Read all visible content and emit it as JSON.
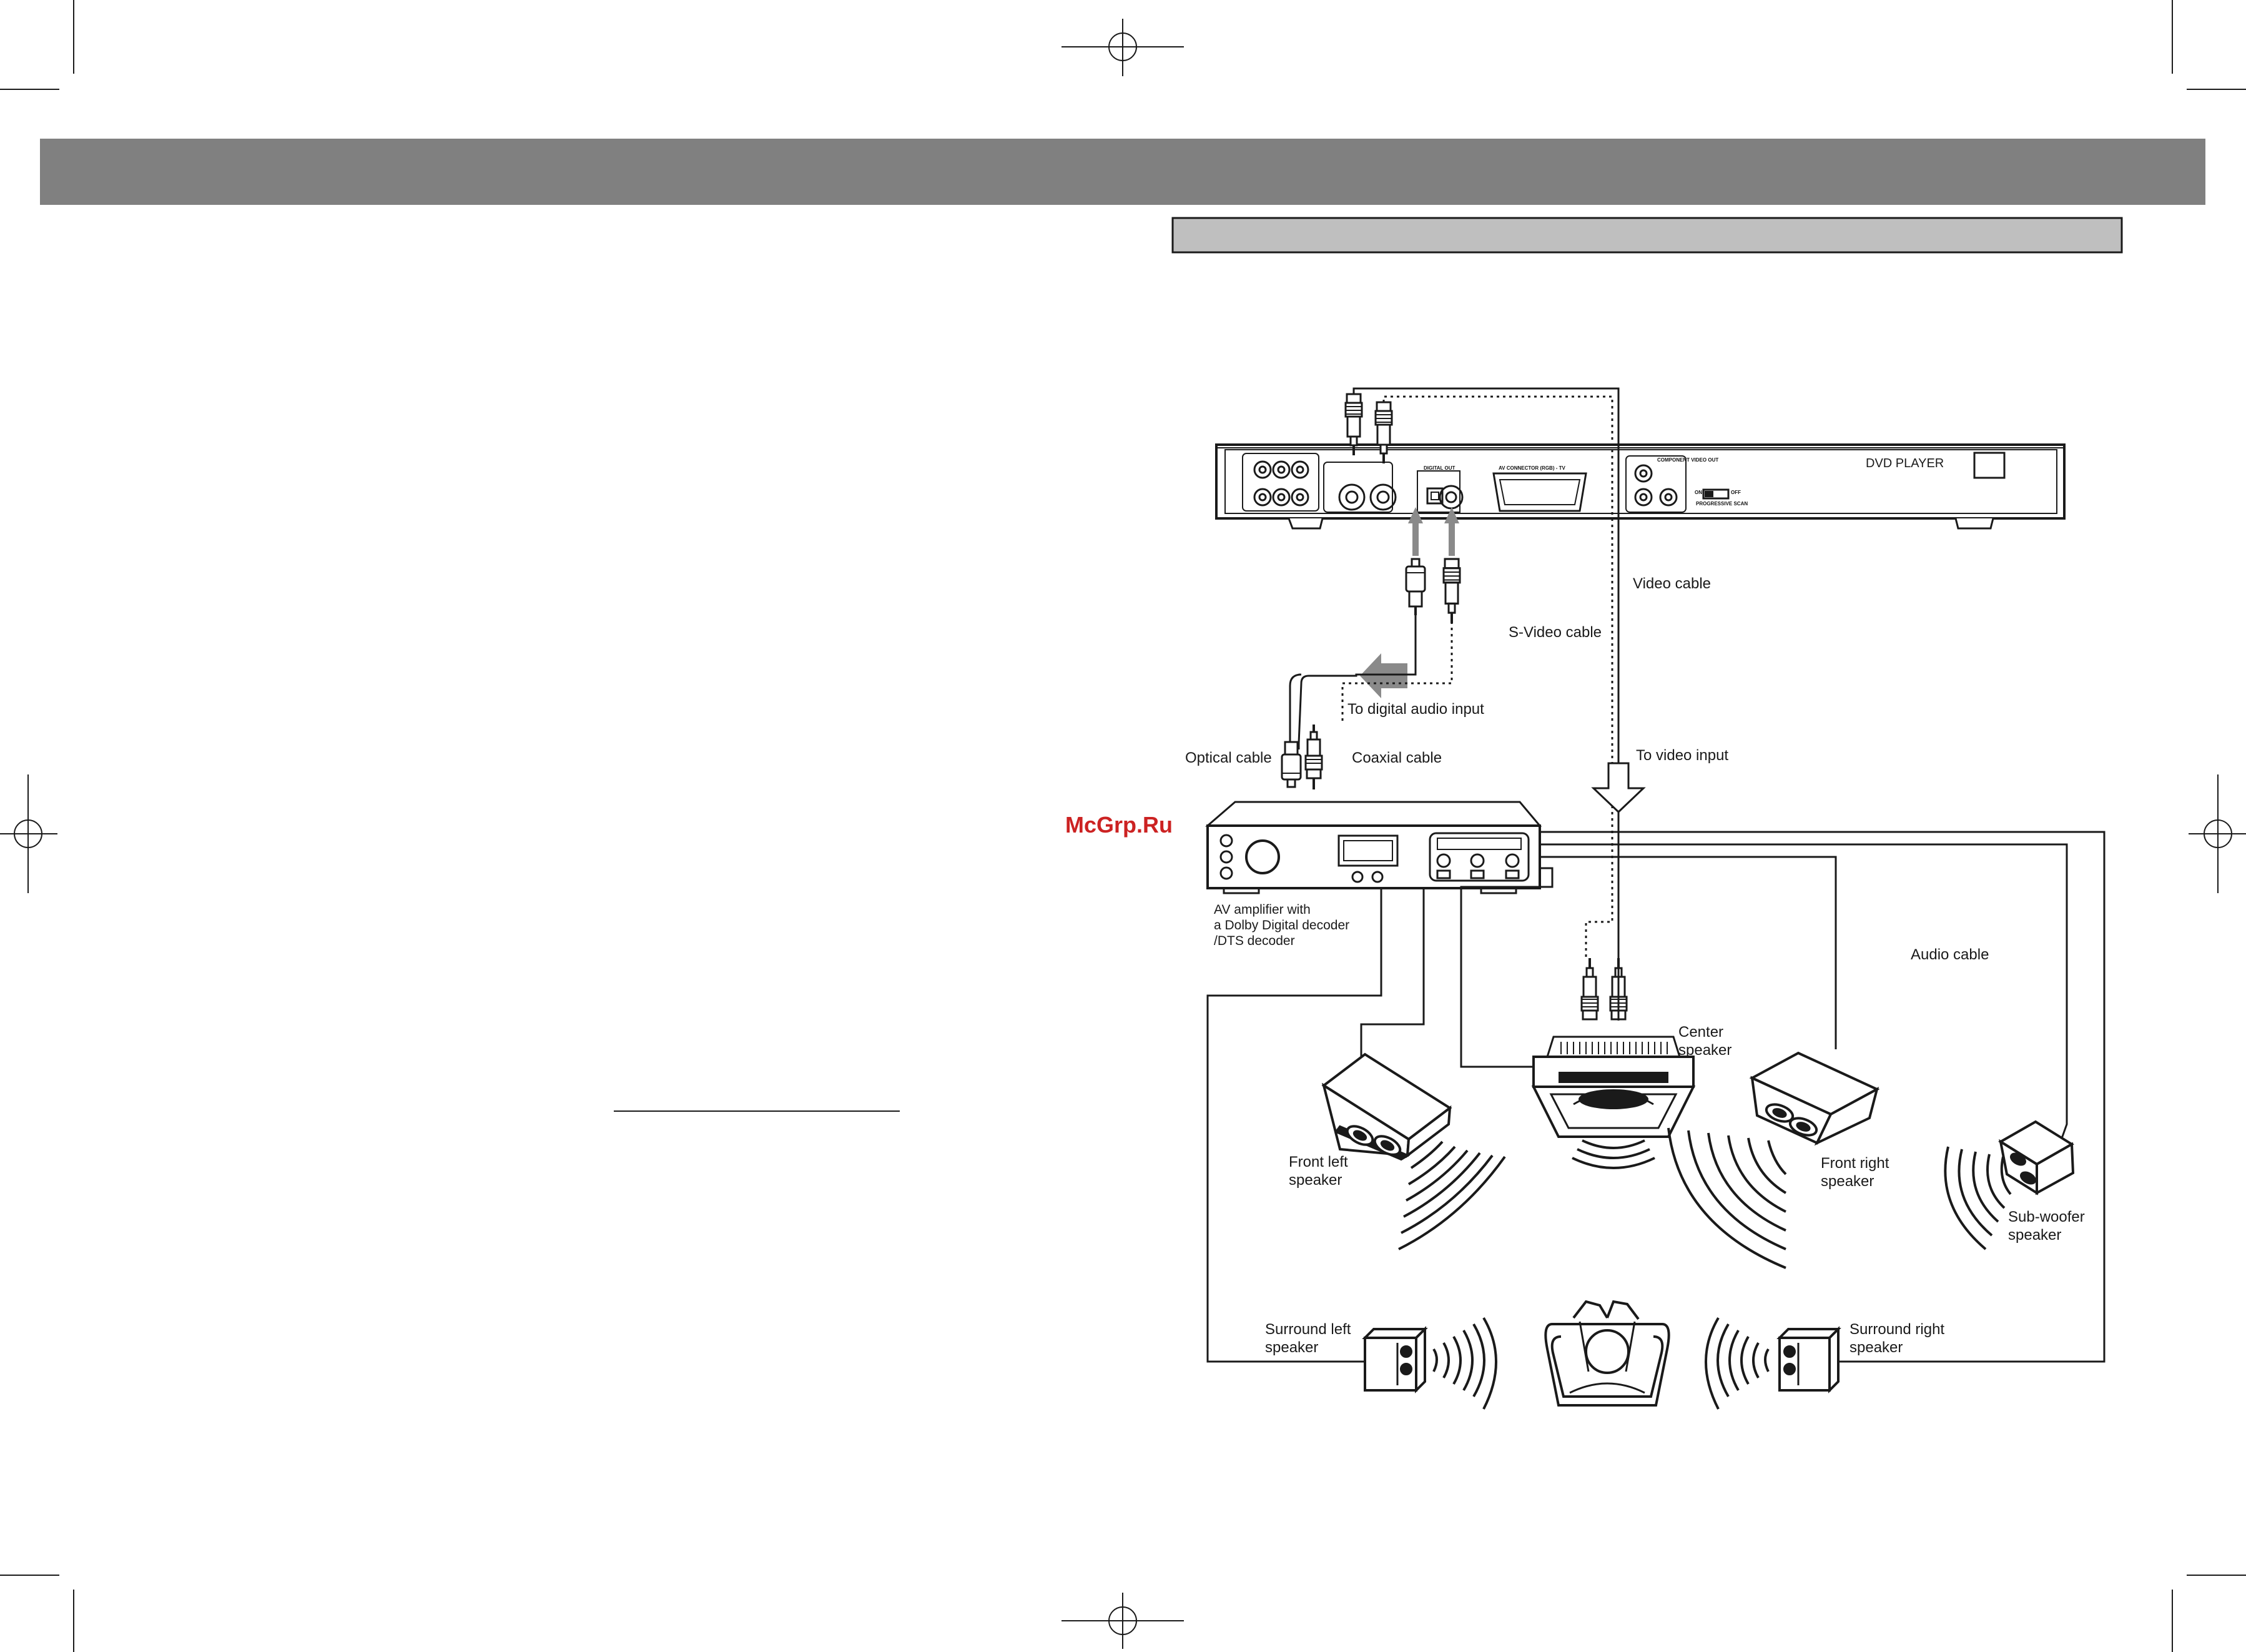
{
  "watermark": "McGrp.Ru",
  "labels": {
    "dvd_player": "DVD PLAYER",
    "video_cable": "Video cable",
    "s_video_cable": "S-Video cable",
    "to_digital_audio_input": "To digital audio input",
    "optical_cable": "Optical cable",
    "coaxial_cable": "Coaxial cable",
    "to_video_input": "To video input",
    "amp_line1": "AV amplifier  with",
    "amp_line2": "a Dolby  Digital  decoder",
    "amp_line3": "/DTS decoder",
    "audio_cable": "Audio cable",
    "center_line1": "Center",
    "center_line2": "speaker",
    "front_left_line1": "Front left",
    "front_left_line2": "speaker",
    "front_right_line1": "Front right",
    "front_right_line2": "speaker",
    "sub_line1": "Sub-woofer",
    "sub_line2": "speaker",
    "surround_left_line1": "Surround left",
    "surround_left_line2": "speaker",
    "surround_right_line1": "Surround right",
    "surround_right_line2": "speaker"
  },
  "panel_labels": {
    "digital_out": "DIGITAL OUT",
    "av_connector": "AV CONNECTOR (RGB) - TV",
    "component_video_out": "COMPONENT VIDEO OUT",
    "progressive_scan": "PROGRESSIVE SCAN",
    "on": "ON",
    "off": "OFF"
  },
  "colors": {
    "header_bar": "#808080",
    "sub_header_bar": "#bfbfbf",
    "line": "#1a1a1a",
    "arrow": "#8a8a8a",
    "watermark": "#cc2222"
  }
}
